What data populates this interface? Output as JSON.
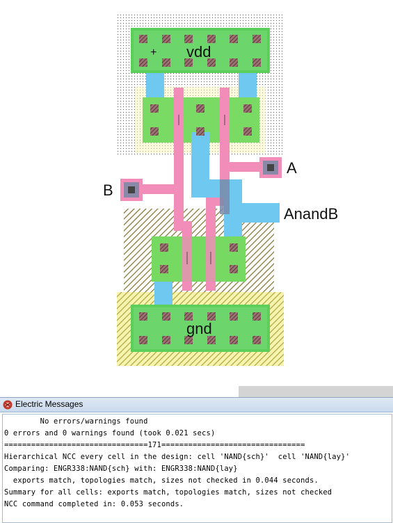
{
  "layout": {
    "labels": {
      "vdd": "vdd",
      "gnd": "gnd",
      "A": "A",
      "B": "B",
      "out": "AnandB",
      "plus": "+"
    },
    "colors": {
      "metal1": "#6ec8f0",
      "poly": "#f28cb8",
      "active": "#5ad05a",
      "well": "#f2f299",
      "contact": "#8a6a6a"
    }
  },
  "messages": {
    "title": "Electric Messages",
    "lines": [
      "        No errors/warnings found",
      "0 errors and 0 warnings found (took 0.021 secs)",
      "================================171================================",
      "Hierarchical NCC every cell in the design: cell 'NAND{sch}'  cell 'NAND{lay}'",
      "Comparing: ENGR338:NAND{sch} with: ENGR338:NAND{lay}",
      "  exports match, topologies match, sizes not checked in 0.044 seconds.",
      "Summary for all cells: exports match, topologies match, sizes not checked",
      "NCC command completed in: 0.053 seconds."
    ]
  }
}
